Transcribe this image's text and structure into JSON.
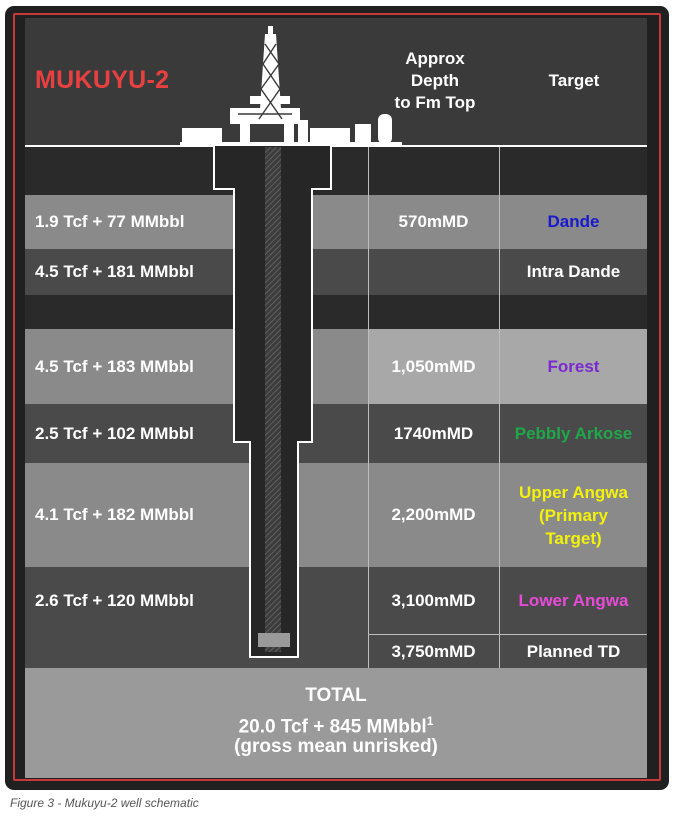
{
  "title": "MUKUYU-2",
  "headers": {
    "depth_line1": "Approx",
    "depth_line2": "Depth",
    "depth_line3": "to Fm Top",
    "target": "Target"
  },
  "rows": [
    {
      "volume": "1.9 Tcf + 77 MMbbl",
      "depth": "570mMD",
      "target": "Dande",
      "target_color": "#1a1acc"
    },
    {
      "volume": "4.5 Tcf + 181 MMbbl",
      "depth": "",
      "target": "Intra Dande",
      "target_color": "#ffffff"
    },
    {
      "volume": "4.5 Tcf + 183 MMbbl",
      "depth": "1,050mMD",
      "target": "Forest",
      "target_color": "#7b2ad0"
    },
    {
      "volume": "2.5 Tcf + 102 MMbbl",
      "depth": "1740mMD",
      "target": "Pebbly Arkose",
      "target_color": "#1ea84a"
    },
    {
      "volume": "4.1 Tcf + 182 MMbbl",
      "depth": "2,200mMD",
      "target_line1": "Upper Angwa",
      "target_line2": "(Primary",
      "target_line3": "Target)",
      "target_color": "#f2f20a"
    },
    {
      "volume": "2.6 Tcf + 120 MMbbl",
      "depth": "3,100mMD",
      "target": "Lower Angwa",
      "target_color": "#e84ad8"
    },
    {
      "volume": "",
      "depth": "3,750mMD",
      "target": "Planned TD",
      "target_color": "#ffffff"
    }
  ],
  "total": {
    "line1": "TOTAL",
    "line2": "20.0 Tcf + 845 MMbbl",
    "superscript": "1",
    "line3": "(gross mean unrisked)"
  },
  "caption": "Figure 3 - Mukuyu-2 well schematic",
  "colors": {
    "frame": "#202020",
    "border_red": "#c83a3a",
    "title_red": "#e84040",
    "band_dark": "#2a2a2a",
    "band_mid": "#4a4a4a",
    "band_light": "#8a8a8a",
    "band_lighter": "#a8a8a8",
    "total_bg": "#9a9a9a"
  }
}
